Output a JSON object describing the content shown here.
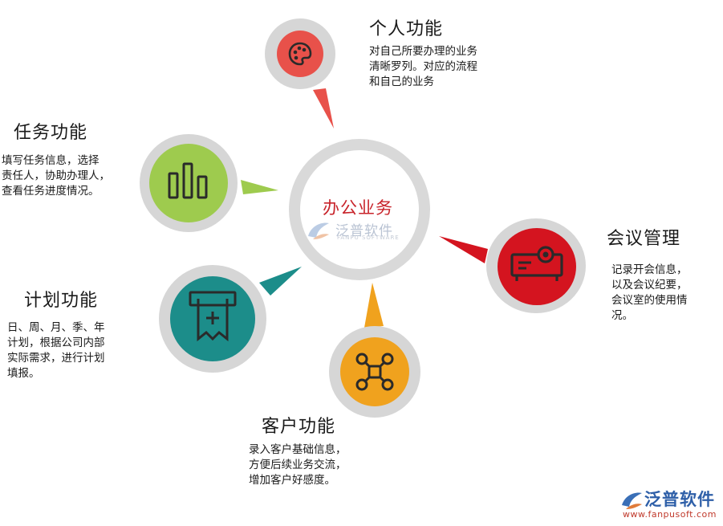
{
  "center": {
    "title": "办公业务",
    "watermark_name": "泛普软件",
    "watermark_sub": "FANPU SOFTWARE"
  },
  "nodes": {
    "personal": {
      "title": "个人功能",
      "desc": [
        "对自己所要办理的业务",
        "清晰罗列。对应的流程",
        "和自己的业务"
      ],
      "color": "#e8514a",
      "icon": "palette-icon"
    },
    "task": {
      "title": "任务功能",
      "desc": [
        "填写任务信息，选择",
        "责任人，协助办理人，",
        "查看任务进度情况。"
      ],
      "color": "#9ecb4e",
      "icon": "bar-chart-icon"
    },
    "meeting": {
      "title": "会议管理",
      "desc": [
        "记录开会信息，",
        "以及会议纪要，",
        "会议室的使用情",
        "况。"
      ],
      "color": "#d4141f",
      "icon": "projector-icon"
    },
    "plan": {
      "title": "计划功能",
      "desc": [
        "日、周、月、季、年",
        "计划，根据公司内部",
        "实际需求，进行计划",
        "填报。"
      ],
      "color": "#1c8d8a",
      "icon": "receipt-icon"
    },
    "customer": {
      "title": "客户功能",
      "desc": [
        "录入客户基础信息，",
        "方便后续业务交流，",
        "增加客户好感度。"
      ],
      "color": "#f0a21e",
      "icon": "drone-icon"
    }
  },
  "logo": {
    "name": "泛普软件",
    "url_text": "www.fanpusoft.com"
  }
}
